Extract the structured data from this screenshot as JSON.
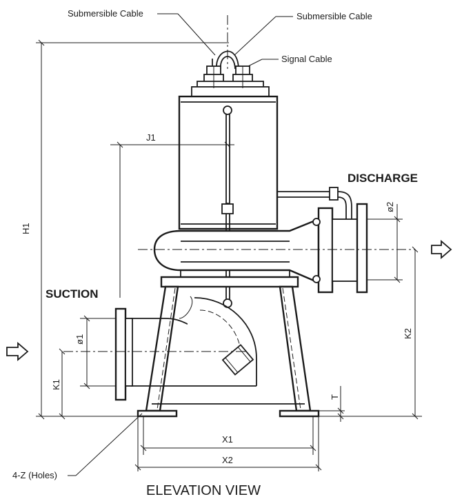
{
  "labels": {
    "submersible_cable_left": "Submersible Cable",
    "submersible_cable_right": "Submersible Cable",
    "signal_cable": "Signal Cable",
    "discharge": "DISCHARGE",
    "suction": "SUCTION",
    "holes": "4-Z (Holes)",
    "title": "ELEVATION VIEW"
  },
  "dimensions": {
    "h1": "H1",
    "j1": "J1",
    "k1": "K1",
    "k2": "K2",
    "phi1": "ø1",
    "phi2": "ø2",
    "t": "T",
    "x1": "X1",
    "x2": "X2"
  },
  "icons": {
    "suction_arrow": "arrow-right-icon",
    "discharge_arrow": "arrow-right-icon"
  },
  "colors": {
    "line": "#1a1a1a",
    "background": "#ffffff"
  }
}
